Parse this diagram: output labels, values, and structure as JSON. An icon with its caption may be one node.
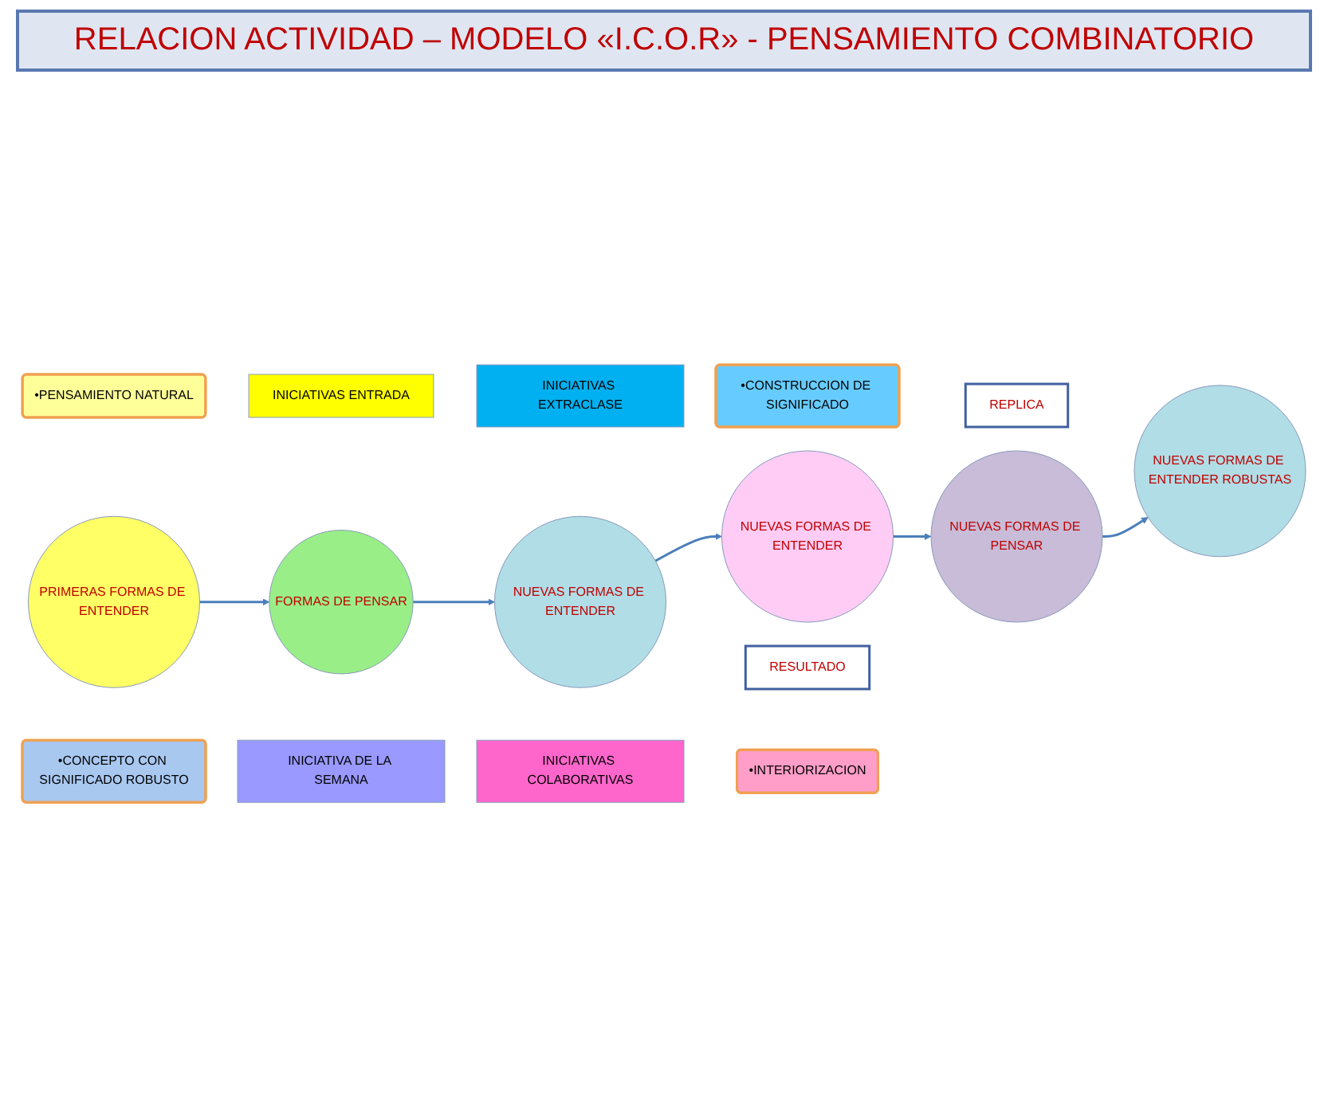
{
  "diagram": {
    "title": "RELACION ACTIVIDAD – MODELO «I.C.O.R» -  PENSAMIENTO COMBINATORIO",
    "nodes": [
      {
        "text": [
          "PRIMERAS FORMAS DE ENTENDER"
        ]
      },
      {
        "text": [
          "FORMAS DE PENSAR"
        ]
      },
      {
        "text": [
          "NUEVAS FORMAS DE ENTENDER"
        ]
      },
      {
        "text": [
          "•PENSAMIENTO NATURAL"
        ]
      },
      {
        "text": [
          "•CONSTRUCCION DE SIGNIFICADO"
        ]
      },
      {
        "text": [
          "INICIATIVAS ENTRADA"
        ]
      },
      {
        "text": [
          "INICIATIVAS EXTRACLASE"
        ]
      },
      {
        "text": [
          "RESULTADO"
        ]
      },
      {
        "text": [
          "INICIATIVA DE LA SEMANA"
        ]
      },
      {
        "text": [
          "INICIATIVAS COLABORATIVAS"
        ]
      },
      {
        "text": [
          "REPLICA"
        ]
      },
      {
        "text": [
          "•CONCEPTO CON SIGNIFICADO ROBUSTO"
        ]
      },
      {
        "text": [
          "•INTERIORIZACION"
        ]
      },
      {
        "text": [
          "NUEVAS FORMAS DE ENTENDER ROBUSTAS"
        ]
      },
      {
        "text": [
          "NUEVAS FORMAS DE PENSAR"
        ]
      },
      {
        "text": [
          "NUEVAS FORMAS DE ENTENDER"
        ]
      }
    ],
    "edges": [
      {
        "from": 0,
        "to": 1,
        "arrow": "to"
      },
      {
        "from": 1,
        "to": 2,
        "arrow": "to"
      },
      {
        "from": 2,
        "to": 15,
        "arrow": "to"
      },
      {
        "from": 15,
        "to": 14,
        "arrow": "to"
      },
      {
        "from": 14,
        "to": 13,
        "arrow": "to"
      }
    ]
  }
}
